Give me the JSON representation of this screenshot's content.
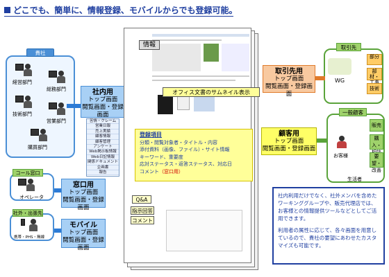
{
  "title": "どこでも、簡単に、情報登録、モバイルからでも登録可能。",
  "internal": {
    "header": "貴社",
    "departments": [
      "経営部門",
      "総務部門",
      "技術部門",
      "営業部門",
      "購買部門"
    ]
  },
  "callcenter": {
    "header": "コール窓口",
    "role": "オペレータ"
  },
  "outside": {
    "header": "社外・出張先",
    "device_label": "携帯・PHS・無線"
  },
  "box_internal": {
    "line1": "社内用",
    "line2": "トップ画面",
    "line3": "閲覧画面・登録画面"
  },
  "box_window": {
    "line1": "窓口用",
    "line2": "トップ画面",
    "line3": "閲覧画面・登録画面"
  },
  "box_mobile": {
    "line1": "モバイル",
    "line2": "トップ画面",
    "line3": "閲覧画面・登録画面"
  },
  "menu_items": [
    "苦情・クレーム",
    "営業日報",
    "売上実績",
    "顧客情報",
    "顧客管理",
    "アンケート",
    "Web掲示板情報",
    "Web日記情報",
    "関係ドキュメント",
    "企画書",
    "報告"
  ],
  "screen": {
    "info_label": "情報",
    "thumbnail_label": "オフィス文書のサムネイル表示",
    "qa_label": "Q&A",
    "instruction_label": "指示回答",
    "comment_label": "コメント"
  },
  "registration": {
    "heading": "登録項目",
    "lines": [
      "分類・閲覧対象者・タイトル・内容",
      "添付資料（画像、ファイル）・サイト情報",
      "キーワード、重要度",
      "応対ステータス・返答ステータス、対応日"
    ],
    "comment_prefix": "コメント",
    "comment_suffix": "（窓口用）"
  },
  "partner": {
    "header": "取引先",
    "wg": "WG",
    "tags": [
      "部分",
      "部材・工事",
      "技術"
    ],
    "box": {
      "line1": "取引先用",
      "line2": "トップ画面",
      "line3": "閲覧画面・登録画面"
    }
  },
  "customer": {
    "header": "一般顧客",
    "customer_label": "お客様",
    "consumer_label": "生活者",
    "tags": [
      "販売",
      "購入・相談",
      "要望・改善"
    ],
    "box": {
      "line1": "顧客用",
      "line2": "トップ画面",
      "line3": "閲覧画面・登録画面"
    }
  },
  "note": {
    "p1": "社内利用だけでなく、社外メンバを含めたワーキンググループや、販売代理店では、お客様との情報提供ツールなどとしてご活用できます。",
    "p2": "利用者の属性に応じて、各々画面を用意しているので、貴社の要望にあわせたカスタマイズも可能です。"
  },
  "colors": {
    "blue": "#4a8fd6",
    "accent": "#1f3fa0",
    "orange": "#e07a2a",
    "green": "#5aa33a",
    "yellow": "#ffff66"
  }
}
